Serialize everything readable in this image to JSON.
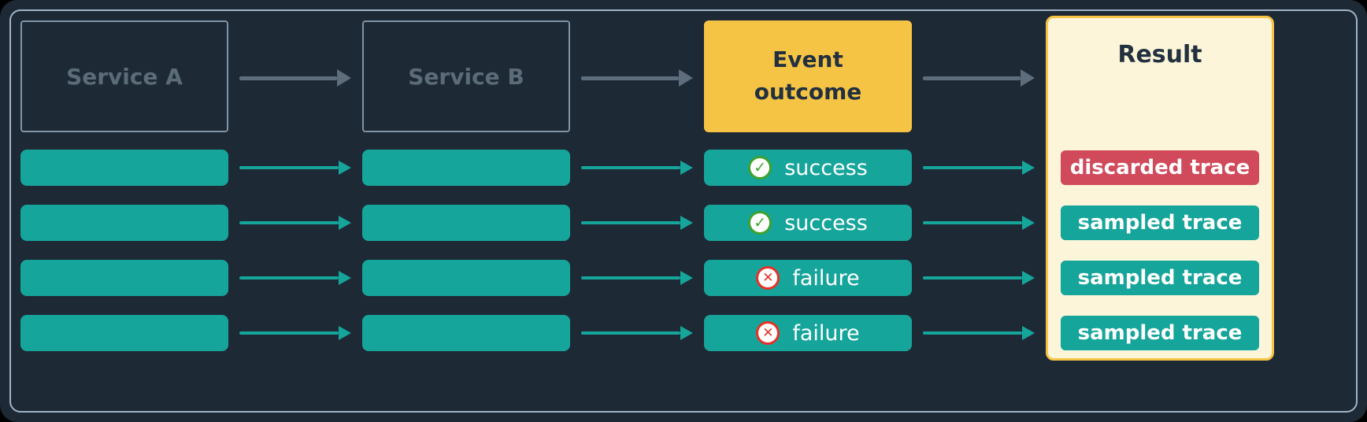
{
  "colors": {
    "background": "#1e2936",
    "border_light": "#9fb4c7",
    "box_border": "#7e94a6",
    "service_text": "#5b6b78",
    "teal": "#16a59b",
    "arrow_gray": "#5d6d7c",
    "yellow": "#f6c445",
    "cream": "#fcf5d9",
    "dark_text": "#22313f",
    "red": "#d04a5c",
    "green_icon": "#3da32f",
    "red_icon": "#e53228",
    "white": "#ffffff"
  },
  "header": {
    "service_a": "Service A",
    "service_b": "Service B",
    "event_outcome_line1": "Event",
    "event_outcome_line2": "outcome",
    "result": "Result"
  },
  "rows": [
    {
      "outcome": "success",
      "icon": "check-circle",
      "glyph": "✓",
      "result": "discarded trace",
      "result_color": "red"
    },
    {
      "outcome": "success",
      "icon": "check-circle",
      "glyph": "✓",
      "result": "sampled trace",
      "result_color": "teal"
    },
    {
      "outcome": "failure",
      "icon": "x-circle",
      "glyph": "✕",
      "result": "sampled trace",
      "result_color": "teal"
    },
    {
      "outcome": "failure",
      "icon": "x-circle",
      "glyph": "✕",
      "result": "sampled trace",
      "result_color": "teal"
    }
  ]
}
